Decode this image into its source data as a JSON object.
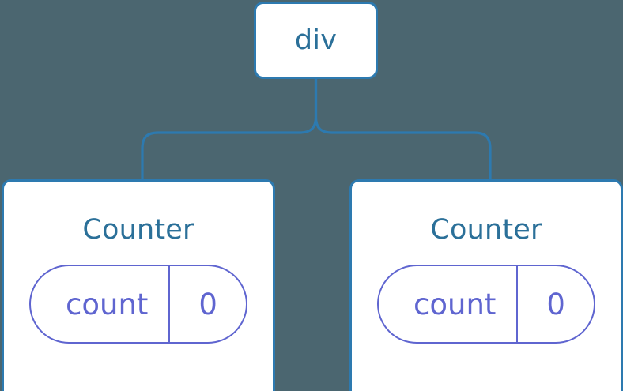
{
  "diagram": {
    "type": "component-tree",
    "background_color": "#4b6670",
    "node_border_color": "#2d7ab0",
    "node_title_color": "#2b7099",
    "edge_color": "#2d7ab0",
    "pill_color": "#5f65d0",
    "root": {
      "label": "div",
      "children_count": 2
    },
    "children": [
      {
        "label": "Counter",
        "state": {
          "key": "count",
          "value": "0"
        }
      },
      {
        "label": "Counter",
        "state": {
          "key": "count",
          "value": "0"
        }
      }
    ]
  }
}
